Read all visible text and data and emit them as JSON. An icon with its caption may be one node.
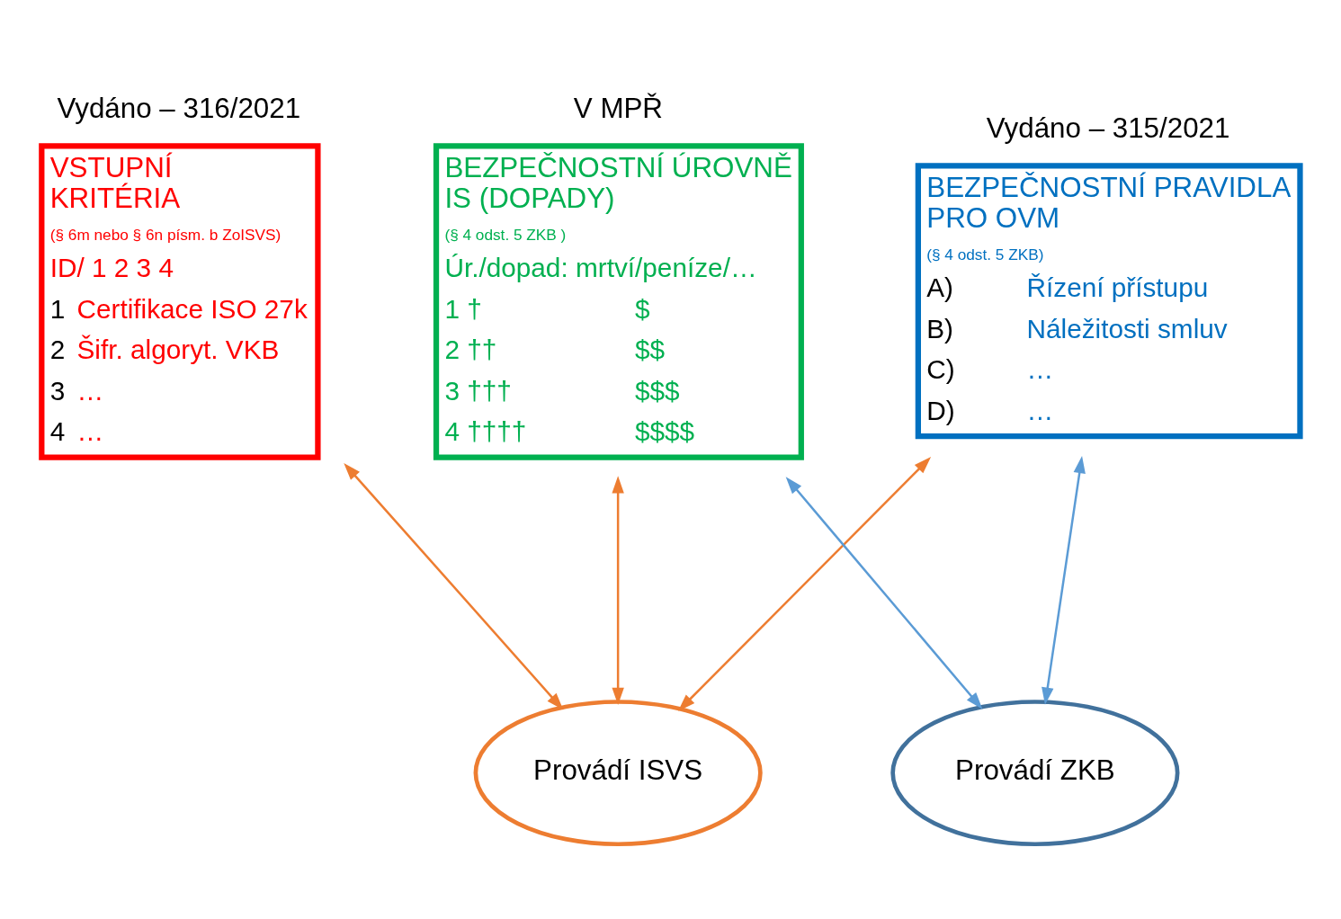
{
  "diagram": {
    "nodes": [
      {
        "text": [
          "Vydáno – 316/2021",
          "VSTUPNÍ KRITÉRIA",
          "(§ 6m nebo § 6n písm. b ZoISVS)",
          "ID/ 1 2 3 4",
          "1",
          "Certifikace ISO 27k",
          "2",
          "Šifr. algoryt. VKB",
          "3",
          "…",
          "4",
          "…"
        ]
      },
      {
        "text": [
          "Vydáno – 315/2021",
          "BEZPEČNOSTNÍ PRAVIDLA PRO OVM",
          "(§ 4 odst. 5 ZKB)",
          "A)",
          "Řízení přístupu",
          "B)",
          "Náležitosti smluv",
          "C)",
          "…",
          "D)",
          "…"
        ]
      },
      {
        "text": [
          "V MPŘ",
          "BEZPEČNOSTNÍ ÚROVNĚ IS (DOPADY)",
          "(§ 4 odst. 5 ZKB )",
          "Úr./dopad: mrtví/peníze/…",
          "1 †",
          "$",
          "2 ††",
          "$$",
          "3 †††",
          "$$$",
          "4 ††††",
          "$$$$"
        ]
      },
      {
        "text": [
          "Provádí ISVS"
        ]
      },
      {
        "text": [
          "Provádí ZKB"
        ]
      }
    ],
    "edges": [
      {
        "from": 0,
        "to": 3,
        "arrow": "both"
      },
      {
        "from": 1,
        "to": 3,
        "arrow": "both"
      },
      {
        "from": 2,
        "to": 3,
        "arrow": "both"
      },
      {
        "from": 1,
        "to": 4,
        "arrow": "both",
        "color": "#5b9bd5"
      },
      {
        "from": 2,
        "to": 4,
        "arrow": "both",
        "color": "#5b9bd5"
      }
    ]
  }
}
